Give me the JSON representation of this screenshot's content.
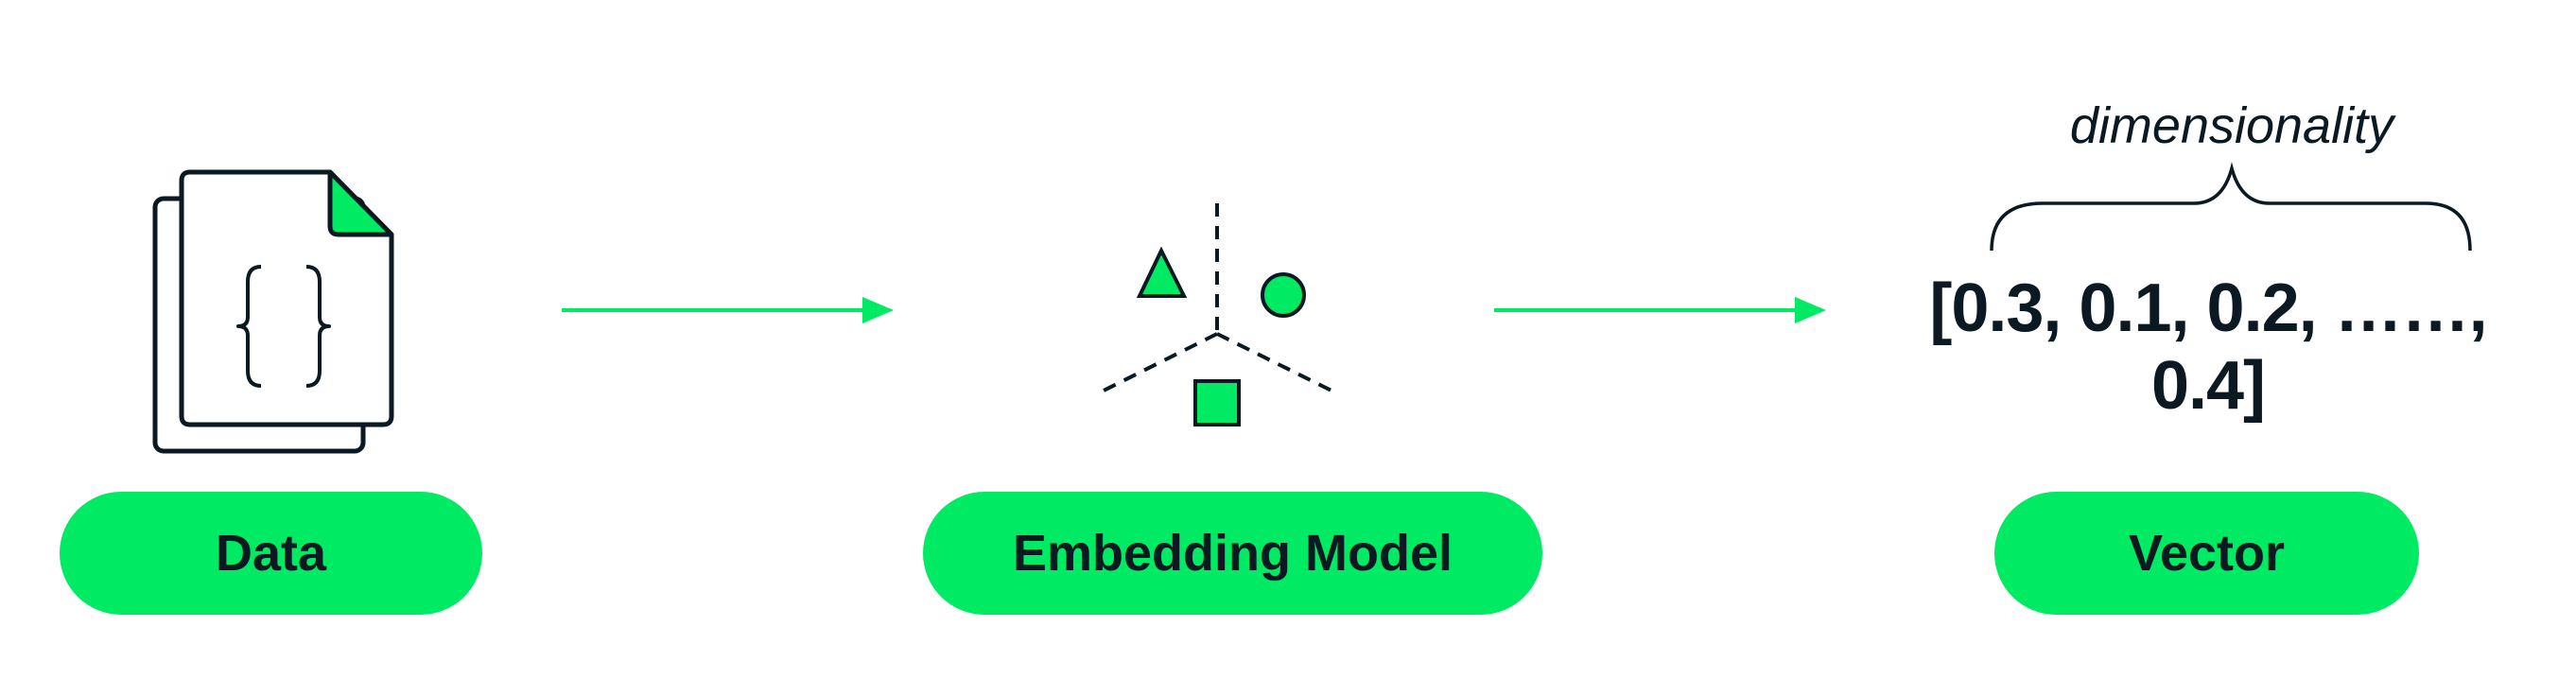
{
  "colors": {
    "accent": "#00EA64",
    "ink": "#0b1a22"
  },
  "steps": [
    {
      "label": "Data",
      "icon": "document-icon"
    },
    {
      "label": "Embedding Model",
      "icon": "embedding-space-icon"
    },
    {
      "label": "Vector",
      "icon": "vector-values"
    }
  ],
  "vector": {
    "text": "[0.3, 0.1, 0.2, ……, 0.4]",
    "annotation": "dimensionality"
  }
}
